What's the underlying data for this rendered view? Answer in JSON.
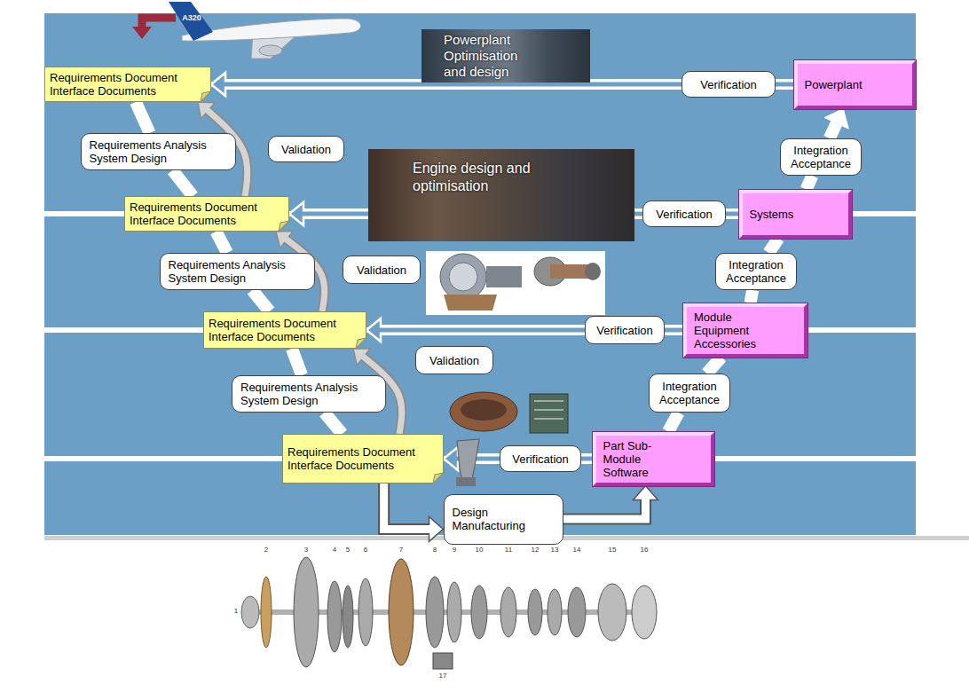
{
  "diagram": {
    "nodes": [
      {
        "text": [
          "Requirements Document Interface Documents"
        ]
      },
      {
        "text": [
          "Powerplant Optimisation and design"
        ]
      },
      {
        "text": [
          "Verification"
        ]
      },
      {
        "text": [
          "Powerplant"
        ]
      },
      {
        "text": [
          "Requirements Analysis System Design"
        ]
      },
      {
        "text": [
          "Validation"
        ]
      },
      {
        "text": [
          "Integration Acceptance"
        ]
      },
      {
        "text": [
          "Requirements Document Interface Documents"
        ]
      },
      {
        "text": [
          "Engine design and optimisation"
        ]
      },
      {
        "text": [
          "Verification"
        ]
      },
      {
        "text": [
          "Systems"
        ]
      },
      {
        "text": [
          "Requirements Analysis System Design"
        ]
      },
      {
        "text": [
          "Validation"
        ]
      },
      {
        "text": [
          "Integration Acceptance"
        ]
      },
      {
        "text": [
          "Requirements Document Interface Documents"
        ]
      },
      {
        "text": [
          "Verification"
        ]
      },
      {
        "text": [
          "Module Equipment Accessories"
        ]
      },
      {
        "text": [
          "Validation"
        ]
      },
      {
        "text": [
          "Requirements Analysis System Design"
        ]
      },
      {
        "text": [
          "Integration Acceptance"
        ]
      },
      {
        "text": [
          "Requirements Document Interface Documents"
        ]
      },
      {
        "text": [
          "Verification"
        ]
      },
      {
        "text": [
          "Part Sub-Module Software"
        ]
      },
      {
        "text": [
          "Design Manufacturing"
        ]
      }
    ],
    "edges": [
      {
        "from": 2,
        "to": 0,
        "arrow": "to"
      },
      {
        "from": 3,
        "to": 2,
        "arrow": "none"
      },
      {
        "from": 9,
        "to": 7,
        "arrow": "to"
      },
      {
        "from": 10,
        "to": 9,
        "arrow": "none"
      },
      {
        "from": 15,
        "to": 14,
        "arrow": "to"
      },
      {
        "from": 16,
        "to": 15,
        "arrow": "none"
      },
      {
        "from": 21,
        "to": 20,
        "arrow": "to"
      },
      {
        "from": 22,
        "to": 21,
        "arrow": "none"
      },
      {
        "from": 0,
        "to": 4,
        "arrow": "none"
      },
      {
        "from": 4,
        "to": 7,
        "arrow": "none"
      },
      {
        "from": 7,
        "to": 11,
        "arrow": "none"
      },
      {
        "from": 11,
        "to": 14,
        "arrow": "none"
      },
      {
        "from": 14,
        "to": 18,
        "arrow": "none"
      },
      {
        "from": 18,
        "to": 20,
        "arrow": "none"
      },
      {
        "from": 7,
        "to": 0,
        "arrow": "to"
      },
      {
        "from": 14,
        "to": 7,
        "arrow": "to"
      },
      {
        "from": 20,
        "to": 14,
        "arrow": "to"
      },
      {
        "from": 20,
        "to": 23,
        "arrow": "to"
      },
      {
        "from": 23,
        "to": 22,
        "arrow": "to"
      },
      {
        "from": 22,
        "to": 19,
        "arrow": "none"
      },
      {
        "from": 19,
        "to": 16,
        "arrow": "none"
      },
      {
        "from": 16,
        "to": 13,
        "arrow": "none"
      },
      {
        "from": 13,
        "to": 10,
        "arrow": "none"
      },
      {
        "from": 10,
        "to": 6,
        "arrow": "none"
      },
      {
        "from": 6,
        "to": 3,
        "arrow": "to"
      }
    ],
    "labels": [
      "A320",
      "1",
      "2",
      "3",
      "4",
      "5",
      "6",
      "7",
      "8",
      "9",
      "10",
      "11",
      "12",
      "13",
      "14",
      "15",
      "16",
      "17"
    ]
  }
}
